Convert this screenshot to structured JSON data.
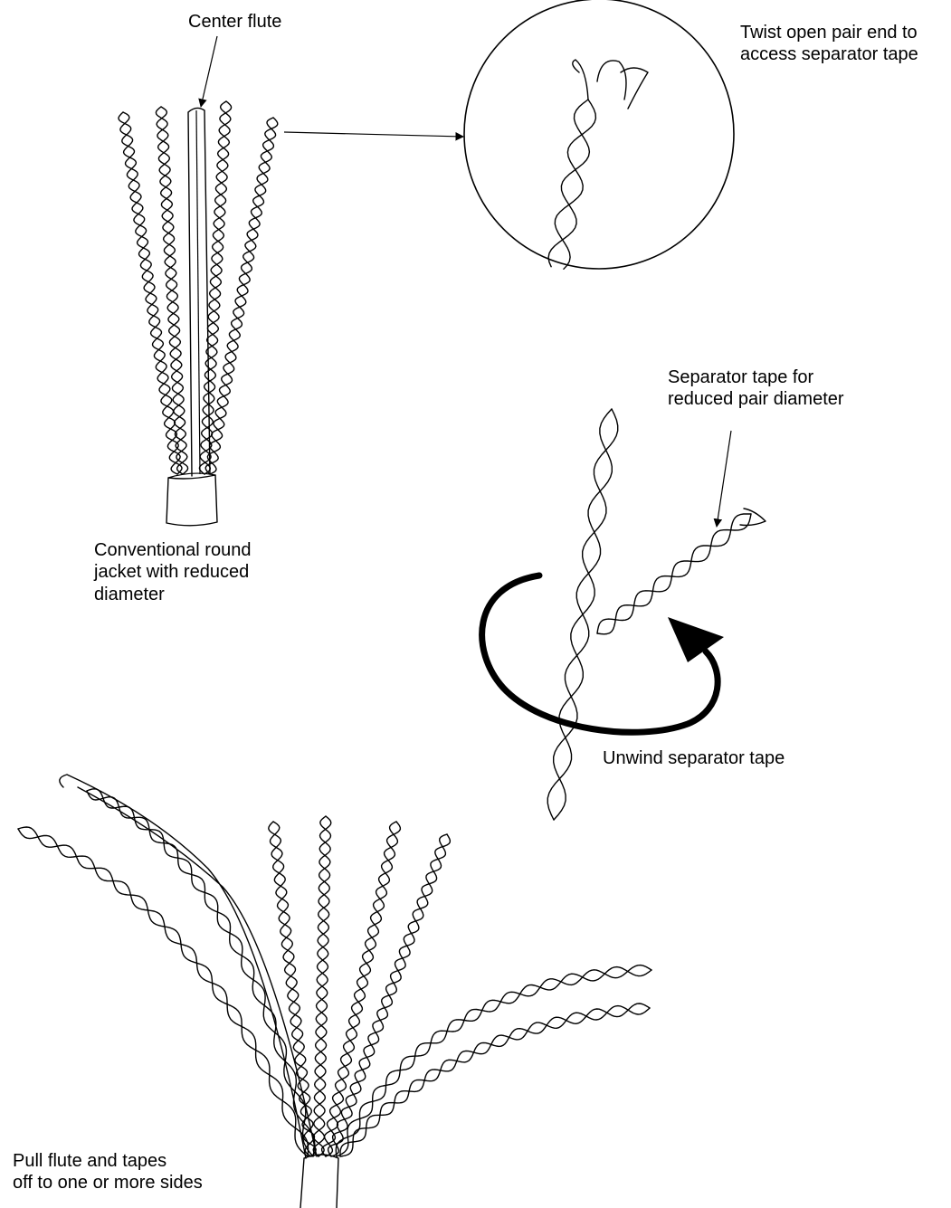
{
  "labels": {
    "center_flute": "Center flute",
    "twist_open": "Twist open pair end to\naccess separator tape",
    "conventional_jacket": "Conventional round\njacket with reduced\ndiameter",
    "separator_tape": "Separator tape for\nreduced pair diameter",
    "unwind": "Unwind separator tape",
    "pull_flute": "Pull flute and tapes\noff to one or more sides"
  },
  "colors": {
    "ink": "#000000",
    "background": "#ffffff"
  }
}
